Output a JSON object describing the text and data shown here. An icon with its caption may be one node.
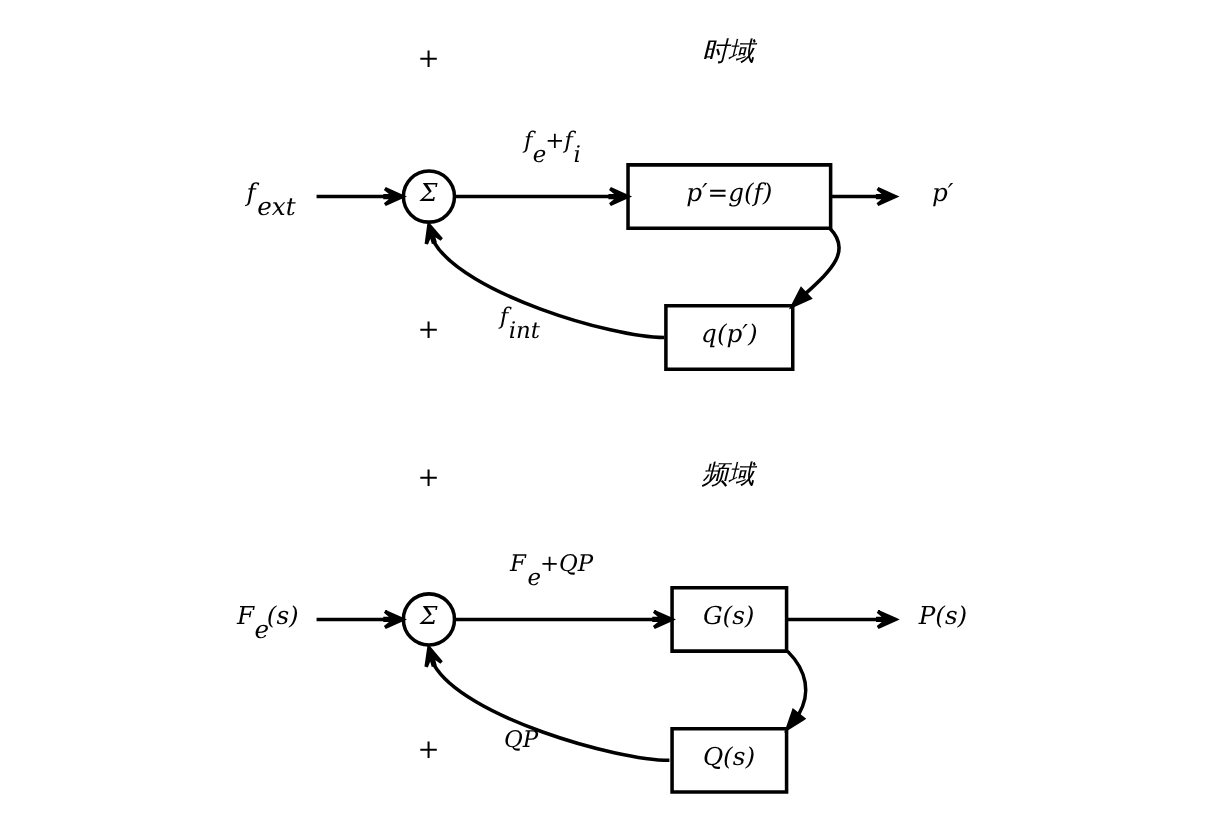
{
  "diagram": {
    "nodes": [
      {
        "text": [
          "f$_{ext}$"
        ]
      },
      {
        "text": [
          "Σ"
        ]
      },
      {
        "text": [
          "p′=g(f)"
        ]
      },
      {
        "text": [
          "p′"
        ]
      },
      {
        "text": [
          "q(p′)"
        ]
      },
      {
        "text": [
          "F$_{e}$(s)"
        ]
      },
      {
        "text": [
          "Σ"
        ]
      },
      {
        "text": [
          "G(s)"
        ]
      },
      {
        "text": [
          "P(s)"
        ]
      },
      {
        "text": [
          "Q(s)"
        ]
      }
    ],
    "edges": [
      {
        "from": 0,
        "to": 1,
        "arrow": "to"
      },
      {
        "from": 1,
        "to": 2,
        "arrow": "to",
        "label": "f$_{e}$+f$_{i}$"
      },
      {
        "from": 2,
        "to": 3,
        "arrow": "to"
      },
      {
        "from": 2,
        "to": 4,
        "arrow": "to"
      },
      {
        "from": 4,
        "to": 1,
        "arrow": "to",
        "label": "f$_{int}$"
      },
      {
        "from": 5,
        "to": 6,
        "arrow": "to"
      },
      {
        "from": 6,
        "to": 7,
        "arrow": "to",
        "label": "F$_{e}$+QP"
      },
      {
        "from": 7,
        "to": 8,
        "arrow": "to"
      },
      {
        "from": 7,
        "to": 9,
        "arrow": "to"
      },
      {
        "from": 9,
        "to": 6,
        "arrow": "to",
        "label": "QP"
      }
    ],
    "labels": [
      "时域",
      "+",
      "+",
      "频域",
      "+",
      "+"
    ]
  }
}
